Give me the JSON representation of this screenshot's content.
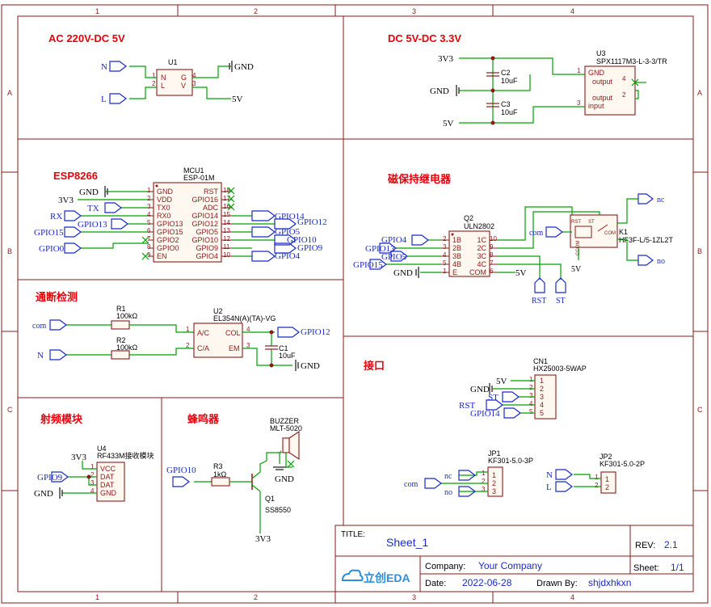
{
  "border": {
    "cols": [
      "1",
      "2",
      "3",
      "4"
    ],
    "rows": [
      "A",
      "B",
      "C"
    ]
  },
  "sections": {
    "ac_dc": "AC 220V-DC 5V",
    "dc_dc": "DC 5V-DC 3.3V",
    "esp": "ESP8266",
    "relay": "磁保持继电器",
    "detect": "通断检测",
    "iface": "接口",
    "rf": "射频模块",
    "buzzer": "蜂鸣器"
  },
  "u1": {
    "ref": "U1",
    "pins": [
      "N",
      "L",
      "G",
      "V"
    ],
    "pin_nums": [
      "1",
      "2",
      "4",
      "3"
    ],
    "nets": {
      "n": "N",
      "l": "L",
      "gnd": "GND",
      "v5": "5V"
    }
  },
  "u3": {
    "ref": "U3",
    "name": "SPX1117M3-L-3-3/TR",
    "pins": [
      "GND",
      "output",
      "output",
      "input"
    ],
    "pin_nums": [
      "1",
      "4",
      "2",
      "3"
    ],
    "c2": {
      "ref": "C2",
      "val": "10uF"
    },
    "c3": {
      "ref": "C3",
      "val": "10uF"
    },
    "nets": {
      "v33": "3V3",
      "gnd": "GND",
      "v5": "5V"
    }
  },
  "mcu": {
    "ref": "MCU1",
    "name": "ESP-01M",
    "left": [
      {
        "n": "1",
        "p": "GND"
      },
      {
        "n": "2",
        "p": "VDD"
      },
      {
        "n": "3",
        "p": "TX0"
      },
      {
        "n": "4",
        "p": "RX0"
      },
      {
        "n": "5",
        "p": "GPIO13"
      },
      {
        "n": "6",
        "p": "GPIO15"
      },
      {
        "n": "7",
        "p": "GPIO2"
      },
      {
        "n": "8",
        "p": "GPIO0"
      },
      {
        "n": "9",
        "p": "EN"
      }
    ],
    "right": [
      {
        "n": "18",
        "p": "RST"
      },
      {
        "n": "17",
        "p": "GPIO16"
      },
      {
        "n": "16",
        "p": "ADC"
      },
      {
        "n": "15",
        "p": "GPIO14"
      },
      {
        "n": "14",
        "p": "GPIO12"
      },
      {
        "n": "13",
        "p": "GPIO5"
      },
      {
        "n": "12",
        "p": "GPIO10"
      },
      {
        "n": "11",
        "p": "GPIO9"
      },
      {
        "n": "10",
        "p": "GPIO4"
      }
    ],
    "left_nets": [
      "GND",
      "3V3",
      "TX",
      "RX",
      "GPIO13",
      "GPIO15",
      "GPIO0"
    ],
    "right_nets": [
      "GPIO14",
      "GPIO12",
      "GPIO5",
      "GPIO10",
      "GPIO9",
      "GPIO4"
    ]
  },
  "relay": {
    "q2_ref": "Q2",
    "q2_name": "ULN2802",
    "k1_ref": "K1",
    "k1_name": "HF3F-L/5-1ZL2T",
    "left": [
      {
        "n": "2",
        "p": "1B"
      },
      {
        "n": "3",
        "p": "2B"
      },
      {
        "n": "4",
        "p": "3B"
      },
      {
        "n": "5",
        "p": "4B"
      },
      {
        "n": "1",
        "p": "E"
      }
    ],
    "right": [
      {
        "n": "10",
        "p": "1C"
      },
      {
        "n": "9",
        "p": "2C"
      },
      {
        "n": "8",
        "p": "3C"
      },
      {
        "n": "7",
        "p": "4C"
      },
      {
        "n": "6",
        "p": "COM"
      }
    ],
    "nets": [
      "GPIO4",
      "GPIO13",
      "GPIO5",
      "GPIO15",
      "GND",
      "5V",
      "RST",
      "ST",
      "com",
      "nc",
      "no",
      "5V"
    ],
    "k1_pins": [
      "RST",
      "ST",
      "COM",
      "CCOM"
    ]
  },
  "detect": {
    "r1": {
      "ref": "R1",
      "val": "100kΩ"
    },
    "r2": {
      "ref": "R2",
      "val": "100kΩ"
    },
    "u2_ref": "U2",
    "u2_name": "EL354N(A)(TA)-VG",
    "u2_pins": [
      "A/C",
      "C/A",
      "COL",
      "EM"
    ],
    "u2_nums": [
      "1",
      "2",
      "4",
      "3"
    ],
    "c1": {
      "ref": "C1",
      "val": "10uF"
    },
    "nets": {
      "com": "com",
      "n": "N",
      "gpio12": "GPIO12",
      "gnd": "GND"
    }
  },
  "cn1": {
    "ref": "CN1",
    "name": "HX25003-5WAP",
    "nums": [
      "1",
      "2",
      "3",
      "4",
      "5"
    ],
    "nets": [
      "5V",
      "GND",
      "ST",
      "RST",
      "GPIO14"
    ]
  },
  "u4": {
    "ref": "U4",
    "name": "RF433M接收模块",
    "pins": [
      "VCC",
      "DAT",
      "DAT",
      "GND"
    ],
    "nums": [
      "1",
      "2",
      "3",
      "4"
    ],
    "nets": {
      "v33": "3V3",
      "gpio9": "GPIO9",
      "gnd": "GND"
    }
  },
  "buzzer": {
    "ref": "BUZZER",
    "name": "MLT-5020",
    "r3": {
      "ref": "R3",
      "val": "1kΩ"
    },
    "q1": {
      "ref": "Q1",
      "name": "SS8550"
    },
    "nets": {
      "gpio10": "GPIO10",
      "gnd": "GND",
      "v33": "3V3"
    }
  },
  "jp1": {
    "ref": "JP1",
    "name": "KF301-5.0-3P",
    "nums": [
      "1",
      "2",
      "3"
    ],
    "nets": [
      "nc",
      "com",
      "no"
    ]
  },
  "jp2": {
    "ref": "JP2",
    "name": "KF301-5.0-2P",
    "nums": [
      "1",
      "2"
    ],
    "nets": [
      "N",
      "L"
    ]
  },
  "title_block": {
    "title_label": "TITLE:",
    "title": "Sheet_1",
    "rev_label": "REV:",
    "rev": "2.1",
    "company_label": "Company:",
    "company": "Your Company",
    "sheet_label": "Sheet:",
    "sheet": "1/1",
    "date_label": "Date:",
    "date": "2022-06-28",
    "drawn_label": "Drawn By:",
    "drawn": "shjdxhkxn",
    "logo": "立创EDA"
  }
}
